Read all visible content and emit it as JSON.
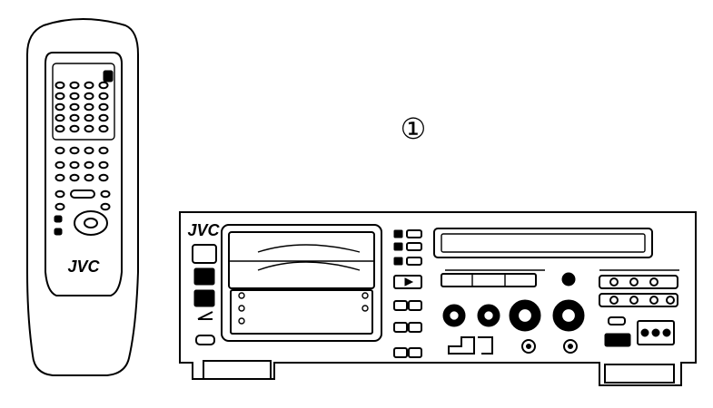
{
  "remote": {
    "brand": "JVC"
  },
  "unit": {
    "brand": "JVC"
  },
  "marker": {
    "label": "①"
  },
  "colors": {
    "ink": "#000000",
    "paper": "#ffffff"
  }
}
